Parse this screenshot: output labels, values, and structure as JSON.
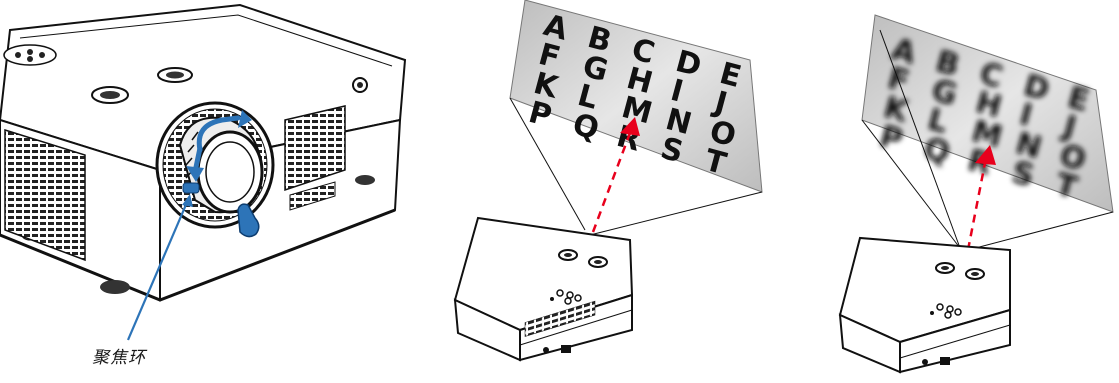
{
  "callout": {
    "label": "聚焦环"
  },
  "screens": {
    "sharp": {
      "state": "in-focus",
      "letters": [
        "A",
        "B",
        "C",
        "D",
        "E",
        "F",
        "G",
        "H",
        "I",
        "J",
        "K",
        "L",
        "M",
        "N",
        "O",
        "P",
        "Q",
        "R",
        "S",
        "T"
      ]
    },
    "blurred": {
      "state": "out-of-focus",
      "letters": [
        "A",
        "B",
        "C",
        "D",
        "E",
        "F",
        "G",
        "H",
        "I",
        "J",
        "K",
        "L",
        "M",
        "N",
        "O",
        "P",
        "Q",
        "R",
        "S",
        "T"
      ]
    }
  },
  "colors": {
    "arrow_blue": "#2d74b8",
    "beam_red": "#e8001c",
    "screen_gray": "#c9c9c9",
    "line_black": "#111111"
  }
}
